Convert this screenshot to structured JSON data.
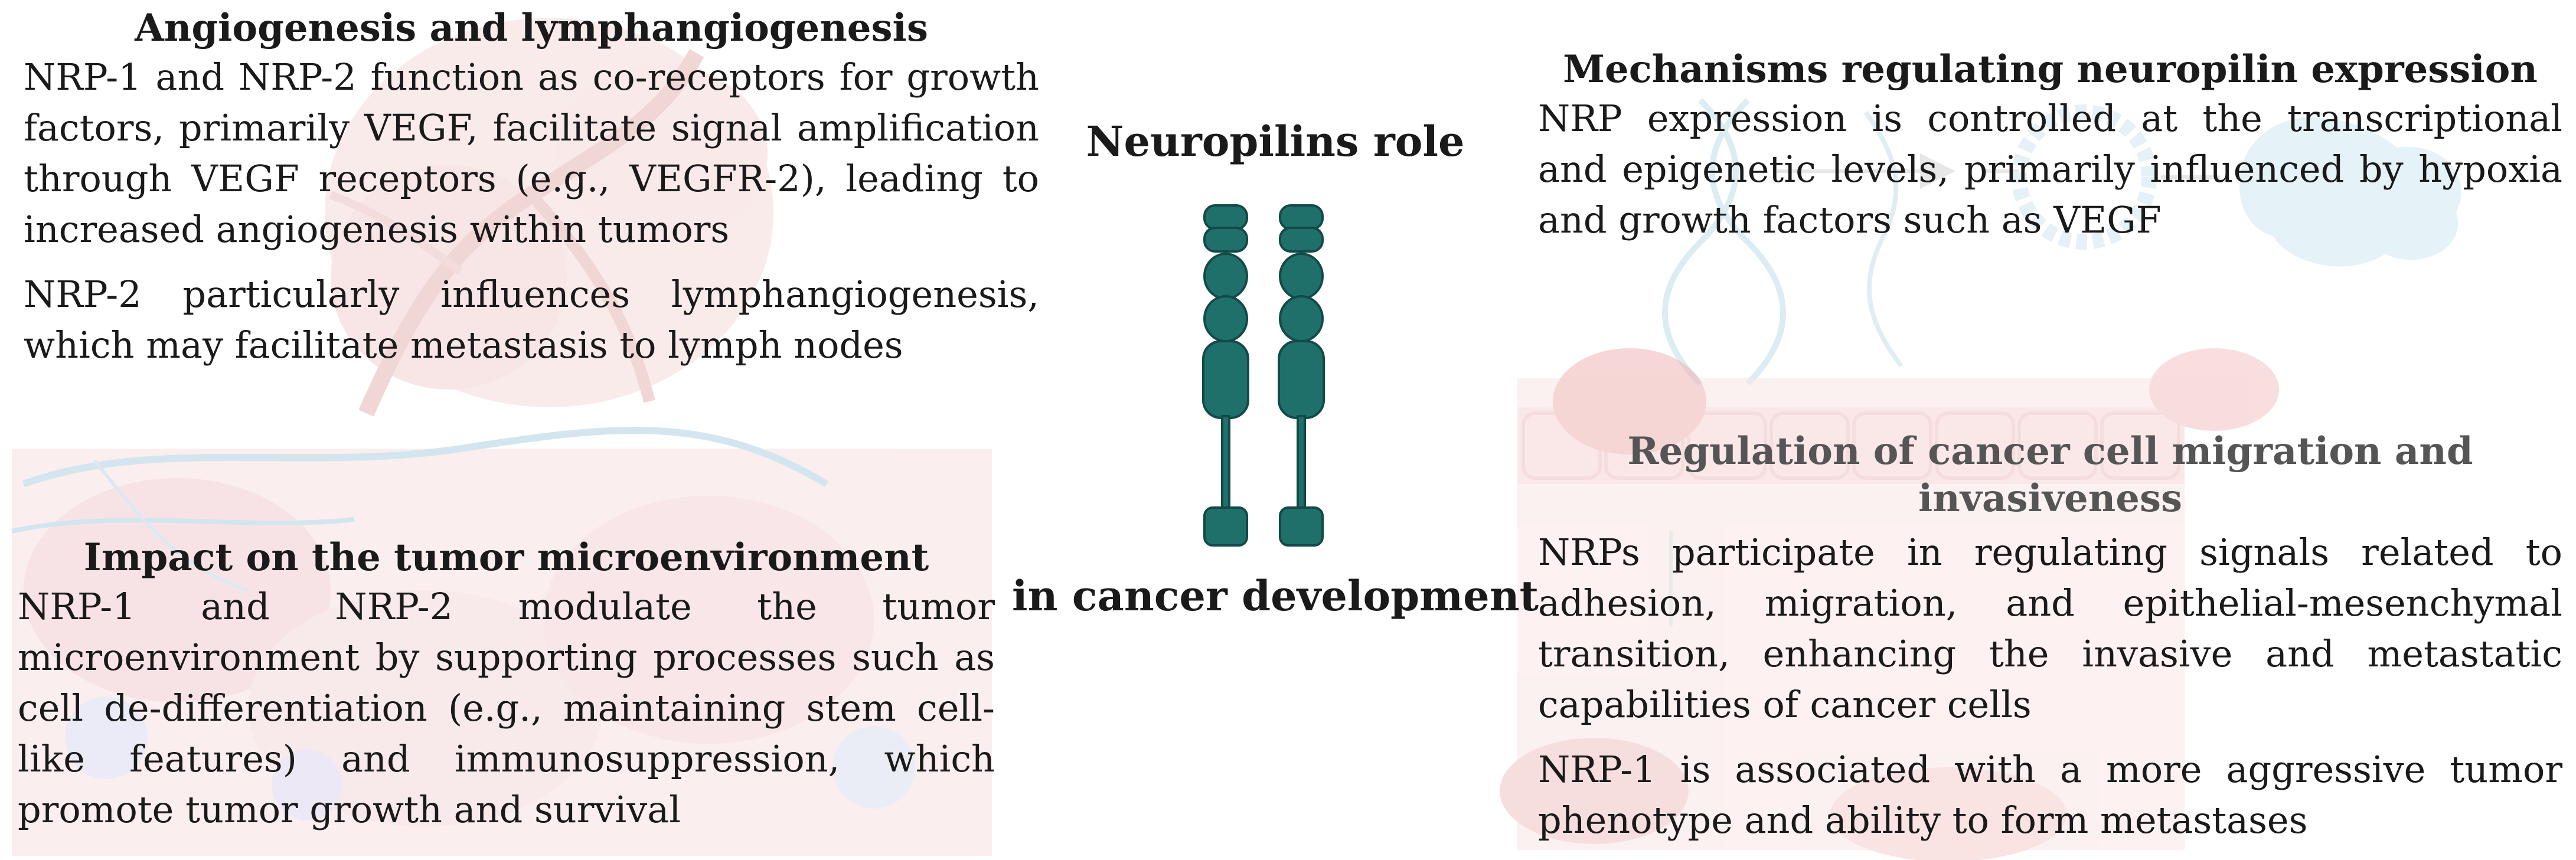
{
  "center": {
    "title_top": "Neuropilins role",
    "title_bottom": "in cancer development",
    "icon": "neuropilin-receptor-icon"
  },
  "panels": {
    "angiogenesis": {
      "title": "Angiogenesis and lymphangiogenesis",
      "paragraphs": [
        "NRP-1 and NRP-2 function as co-receptors for growth factors, primarily VEGF, facilitate signal amplification through VEGF receptors (e.g., VEGFR-2), leading to increased angiogenesis within tumors",
        "NRP-2 particularly influences lymphangiogenesis, which may facilitate metastasis to lymph nodes"
      ]
    },
    "microenvironment": {
      "title": "Impact on the tumor microenvironment",
      "paragraphs": [
        "NRP-1 and NRP-2 modulate the tumor microenvironment by supporting processes such as cell de-differentiation (e.g., maintaining stem cell-like features) and immunosuppression, which promote tumor growth and survival"
      ]
    },
    "expression": {
      "title": "Mechanisms regulating neuropilin expression",
      "paragraphs": [
        "NRP expression is controlled at the transcriptional and epigenetic levels, primarily influenced by hypoxia and growth factors such as VEGF"
      ]
    },
    "migration": {
      "title": "Regulation of cancer cell migration and invasiveness",
      "paragraphs": [
        "NRPs participate in regulating signals related to adhesion, migration, and epithelial-mesenchymal transition, enhancing the invasive and metastatic capabilities of cancer cells",
        "NRP-1 is associated with a more aggressive tumor phenotype and ability to form metastases"
      ]
    }
  },
  "colors": {
    "receptor": "#1f6f6a",
    "receptor_stroke": "#134a47",
    "tissue_pink": "#f2c9c9",
    "vessel_blue": "#a9cfe0",
    "dna_blue": "#bfdde9",
    "epithelium_pink": "#f4cfcf"
  }
}
